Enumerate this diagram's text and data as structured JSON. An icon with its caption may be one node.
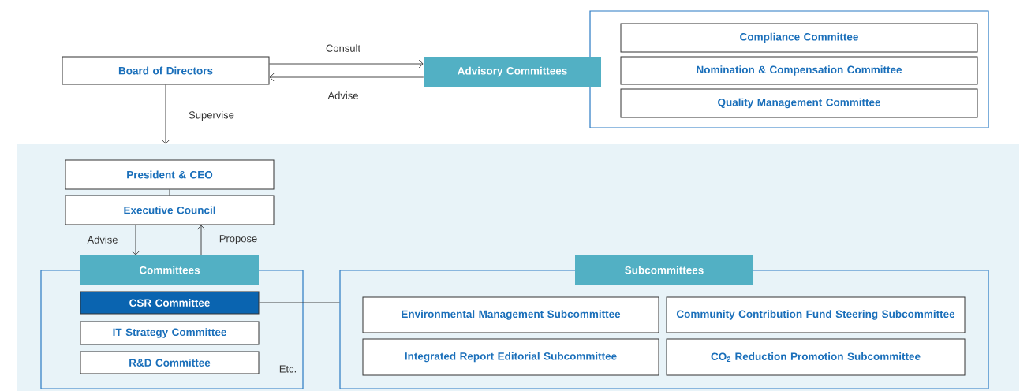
{
  "diagram": {
    "nodes": [
      {
        "text": [
          "Board of Directors"
        ]
      },
      {
        "text": [
          "Advisory Committees"
        ]
      },
      {
        "text": [],
        "shape": "box"
      },
      {
        "text": [
          "Compliance Committee"
        ],
        "in": 2
      },
      {
        "text": [
          "Nomination & Compensation Committee"
        ],
        "in": 2
      },
      {
        "text": [
          "Quality Management Committee"
        ],
        "in": 2
      },
      {
        "text": [],
        "shape": "box"
      },
      {
        "text": [
          "President & CEO"
        ],
        "in": 6
      },
      {
        "text": [
          "Executive Council"
        ],
        "in": 6
      },
      {
        "text": [
          "Committees"
        ],
        "in": 6
      },
      {
        "text": [],
        "shape": "box",
        "in": 6
      },
      {
        "text": [
          "CSR Committee"
        ],
        "in": 10
      },
      {
        "text": [
          "IT Strategy Committee"
        ],
        "in": 10
      },
      {
        "text": [
          "R&D Committee"
        ],
        "in": 10
      },
      {
        "text": [
          "Subcommittees"
        ],
        "in": 6
      },
      {
        "text": [],
        "shape": "box",
        "in": 6
      },
      {
        "text": [
          "Environmental Management Subcommittee"
        ],
        "in": 15
      },
      {
        "text": [
          "Community Contribution Fund Steering Subcommittee"
        ],
        "in": 15
      },
      {
        "text": [
          "Integrated Report Editorial Subcommittee"
        ],
        "in": 15
      },
      {
        "text": [
          "CO$_{2}$ Reduction Promotion Subcommittee"
        ],
        "in": 15
      }
    ],
    "edges": [
      {
        "from": 0,
        "to": 1,
        "arrow": "to",
        "label": "Consult"
      },
      {
        "from": 1,
        "to": 0,
        "arrow": "to",
        "label": "Advise"
      },
      {
        "from": 0,
        "to": 6,
        "arrow": "to",
        "label": "Supervise"
      },
      {
        "from": 7,
        "to": 8,
        "arrow": "none"
      },
      {
        "from": 8,
        "to": 9,
        "arrow": "to",
        "label": "Advise"
      },
      {
        "from": 9,
        "to": 8,
        "arrow": "to",
        "label": "Propose"
      },
      {
        "from": 11,
        "to": 15,
        "arrow": "none"
      }
    ],
    "labels": [
      "Etc."
    ]
  }
}
